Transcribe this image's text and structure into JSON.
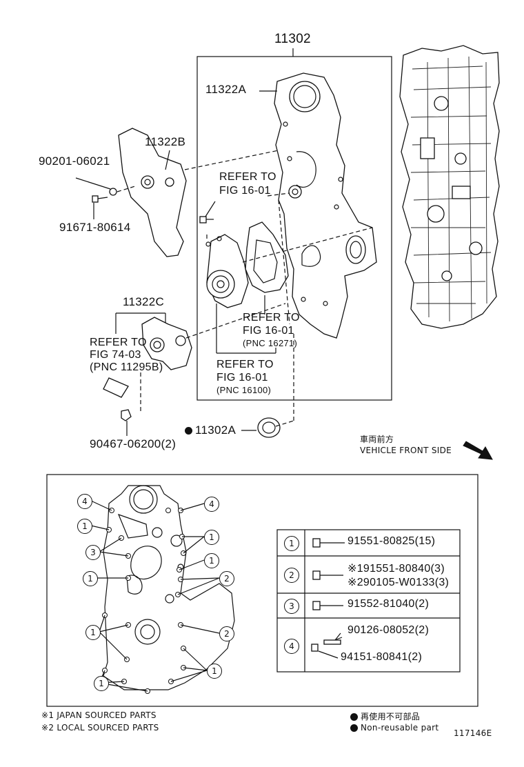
{
  "labels": {
    "p11302": "11302",
    "p11322A": "11322A",
    "p11322B": "11322B",
    "p11322C": "11322C",
    "p90201": "90201-06021",
    "p91671": "91671-80614",
    "p90467": "90467-06200(2)",
    "p11302A": "11302A",
    "refer1_a": "REFER TO",
    "refer1_b": "FIG 16-01",
    "refer2_a": "REFER TO",
    "refer2_b": "FIG 16-01",
    "refer2_c": "(PNC 16271)",
    "refer3_a": "REFER TO",
    "refer3_b": "FIG 16-01",
    "refer3_c": "(PNC 16100)",
    "refer4_a": "REFER TO",
    "refer4_b": "FIG 74-03",
    "refer4_c": "(PNC 11295B)",
    "front_jp": "車両前方",
    "front_en": "VEHICLE FRONT SIDE"
  },
  "callouts": {
    "c4a": "4",
    "c4b": "4",
    "c1a": "1",
    "c3a": "3",
    "c1b": "1",
    "c1c": "1",
    "c1d": "1",
    "c1e": "1",
    "c2a": "2",
    "c2b": "2",
    "c1f": "1",
    "c1g": "1"
  },
  "table": {
    "rows": [
      {
        "num": "1",
        "lines": [
          "91551-80825(15)"
        ]
      },
      {
        "num": "2",
        "lines": [
          "※191551-80840(3)",
          "※290105-W0133(3)"
        ]
      },
      {
        "num": "3",
        "lines": [
          "91552-81040(2)"
        ]
      },
      {
        "num": "4",
        "lines": [
          "90126-08052(2)",
          "94151-80841(2)"
        ]
      }
    ]
  },
  "footer": {
    "note1": "※1 JAPAN SOURCED PARTS",
    "note2": "※2 LOCAL SOURCED PARTS",
    "legend_jp": "再使用不可部品",
    "legend_en": "Non-reusable part",
    "figure_id": "117146E"
  }
}
